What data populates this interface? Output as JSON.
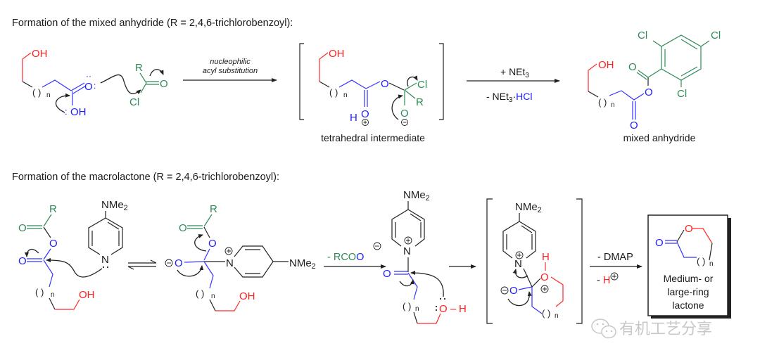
{
  "section1": {
    "title": "Formation of the mixed anhydride (R = 2,4,6-trichlorobenzoyl):",
    "start": {
      "oh": "OH",
      "n": "n",
      "o_carbonyl": "O",
      "oh_acid": "OH",
      "lone_pair": ":"
    },
    "acyl_chloride": {
      "r": "R",
      "o": "O",
      "cl": "Cl"
    },
    "arrow1": {
      "line1": "nucleophilic",
      "line2": "acyl substitution"
    },
    "intermediate": {
      "oh": "OH",
      "n": "n",
      "o_ester": "O",
      "h": "H",
      "o_plus": "O",
      "cl": "Cl",
      "r": "R",
      "o_minus": "O",
      "label": "tetrahedral intermediate"
    },
    "arrow2": {
      "above_prefix": "+ NEt",
      "above_sub": "3",
      "below_prefix": "- NEt",
      "below_sub": "3",
      "below_dot": "·",
      "below_hcl": "HCl"
    },
    "product": {
      "oh": "OH",
      "n": "n",
      "o_carbonyl_top": "O",
      "o_ester": "O",
      "o_carbonyl_bottom": "O",
      "cl1": "Cl",
      "cl2": "Cl",
      "cl3": "Cl",
      "label": "mixed anhydride"
    }
  },
  "section2": {
    "title": "Formation of the macrolactone (R = 2,4,6-trichlorobenzoyl):",
    "s1": {
      "r": "R",
      "o_acyl": "O",
      "o_ester": "O",
      "o_carbonyl": "O",
      "nme2_prefix": "NMe",
      "nme2_sub": "2",
      "n": "N",
      "oh": "OH",
      "n_idx": "n"
    },
    "s2": {
      "r": "R",
      "o_acyl": "O",
      "o_ester": "O",
      "o_minus": "O",
      "n_plus": "N",
      "nme2_prefix": "NMe",
      "nme2_sub": "2",
      "oh": "OH",
      "n_idx": "n"
    },
    "arrow_rcoo": {
      "prefix": "- RCO",
      "o": "O"
    },
    "s3": {
      "nme2_prefix": "NMe",
      "nme2_sub": "2",
      "n_plus": "N",
      "o_carbonyl": "O",
      "o_h": "O",
      "h": "H",
      "n_idx": "n"
    },
    "s4": {
      "nme2_prefix": "NMe",
      "nme2_sub": "2",
      "n_plus": "N",
      "h": "H",
      "o_plus": "O",
      "o_minus": "O",
      "n_idx": "n"
    },
    "arrow_dmap": {
      "above": "- DMAP",
      "below_prefix": "- ",
      "below_h": "H"
    },
    "product": {
      "o_ring": "O",
      "o_carbonyl": "O",
      "n_idx": "n",
      "label_line1": "Medium- or",
      "label_line2": "large-ring",
      "label_line3": "lactone"
    }
  },
  "watermark": {
    "text": "有机工艺分享"
  },
  "colors": {
    "red": "#ff2020",
    "blue": "#2020ff",
    "green": "#2e8b57",
    "black": "#222222"
  }
}
